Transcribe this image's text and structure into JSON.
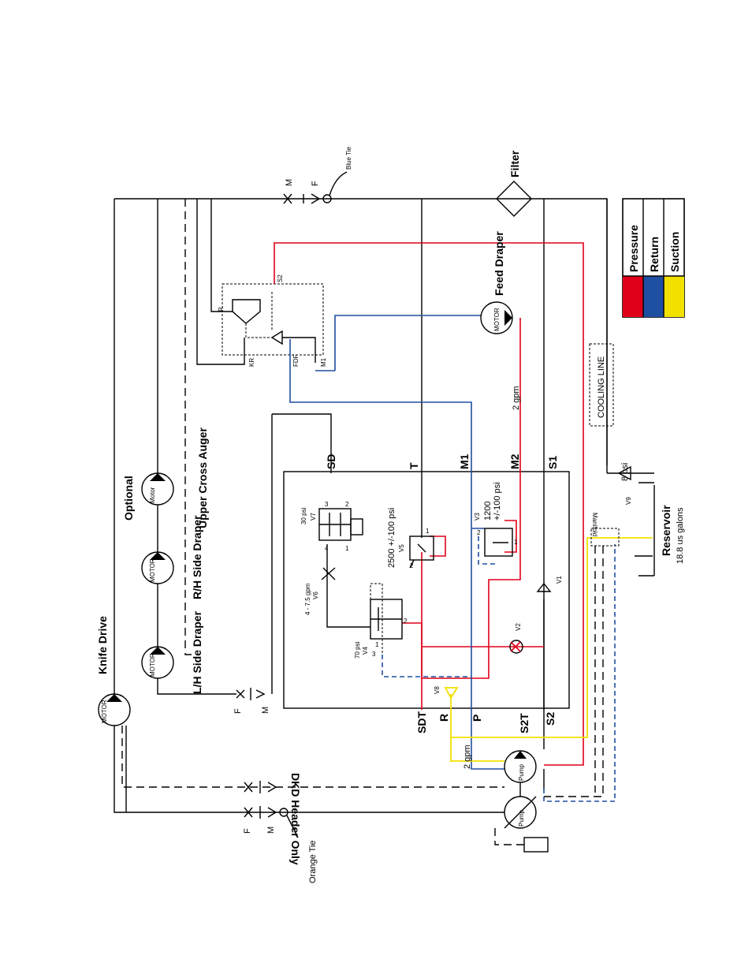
{
  "labels": {
    "knife_drive": "Knife Drive",
    "optional": "Optional",
    "upper_cross_auger": "Upper Cross Auger",
    "rh_side_draper": "R/H Side Draper",
    "lh_side_draper": "L/H Side Draper",
    "feed_draper": "Feed Draper",
    "filter": "Filter",
    "blue_tie": "Blue Tie",
    "orange_tie": "Orange Tie",
    "cooling_line": "COOLING LINE",
    "reservoir": "Reservoir",
    "reservoir_cap": "18.8 us galons",
    "dkd_header_only": "DKD Header Only",
    "manifold": "Manifold",
    "motor": "MOTOR",
    "motor_alt": "Motor",
    "pump": "Pump",
    "gpm2": "2 gpm",
    "gpm2_b": "2 gpm",
    "psi8": "8 psi",
    "v9": "V9",
    "v1": "V1",
    "v2": "V2",
    "v8": "V8",
    "v3": "V3",
    "v3_psi": "1200",
    "v3_tol": "+/-100 psi",
    "v4": "V4",
    "v4_psi": "70 psi",
    "v5": "V5",
    "v5_psi": "2500 +/-100 psi",
    "v6": "V6",
    "v6_gpm": "4 - 7.5 gpm",
    "v7": "V7",
    "v7_psi": "30 psi",
    "port_sd": "SD",
    "port_t": "T",
    "port_m1": "M1",
    "port_m2": "M2",
    "port_s1": "S1",
    "port_sdt": "SDT",
    "port_r": "R",
    "port_p": "P",
    "port_s2t": "S2T",
    "port_s2": "S2",
    "kr": "KR",
    "fdf": "FDF",
    "m1_small": "M1",
    "s2_small": "S2",
    "r_small": "R",
    "m_top": "M",
    "f_top": "F",
    "f_mid": "F",
    "m_mid": "M",
    "f_bot": "F",
    "m_bot": "M",
    "n1": "1",
    "n2": "2",
    "n3": "3",
    "n4": "4"
  },
  "legend": [
    {
      "label": "Pressure",
      "color": "#e0001a"
    },
    {
      "label": "Return",
      "color": "#1f4fa0"
    },
    {
      "label": "Suction",
      "color": "#f2e000"
    }
  ]
}
